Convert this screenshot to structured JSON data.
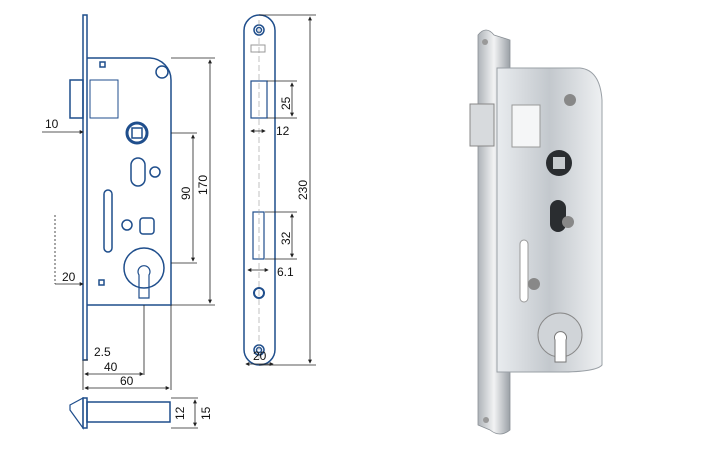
{
  "colors": {
    "line": "#1f4e8c",
    "dim": "#222222",
    "metal": "#c9ced3"
  },
  "lock_drawing": {
    "dims": {
      "latch_projection": "10",
      "deadbolt_projection": "20",
      "faceplate_thickness": "2.5",
      "backset": "40",
      "body_depth": "60",
      "spindle_to_cylinder": "90",
      "body_height": "170",
      "bolt_thickness_12": "12",
      "bolt_thickness_15": "15"
    }
  },
  "strike_plate": {
    "dims": {
      "latch_hole_height": "25",
      "latch_hole_width": "12",
      "plate_length": "230",
      "bolt_hole_height": "32",
      "bolt_hole_width": "6.1",
      "plate_width": "20"
    }
  }
}
